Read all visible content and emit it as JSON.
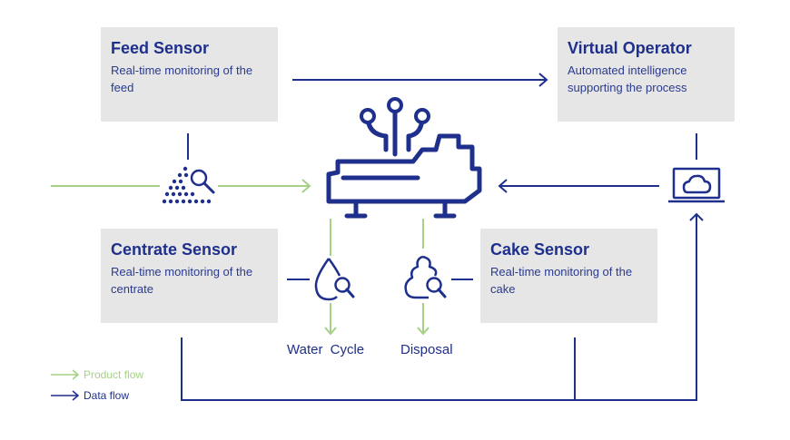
{
  "boxes": {
    "feed": {
      "title": "Feed Sensor",
      "desc": "Real-time monitoring of the feed"
    },
    "virtual": {
      "title": "Virtual Operator",
      "desc": "Automated intelligence supporting the process"
    },
    "centrate": {
      "title": "Centrate Sensor",
      "desc": "Real-time monitoring of the centrate"
    },
    "cake": {
      "title": "Cake Sensor",
      "desc": "Real-time monitoring of the cake"
    }
  },
  "outputs": {
    "water": "Water  Cycle",
    "disposal": "Disposal"
  },
  "legend": {
    "product": "Product flow",
    "data": "Data flow"
  },
  "colors": {
    "data_flow": "#1e2f8c",
    "product_flow": "#a5d186",
    "box_bg": "#e6e6e6"
  },
  "icons": [
    "particles-search-icon",
    "centrifuge-machine-icon",
    "laptop-cloud-icon",
    "droplet-search-icon",
    "cake-search-icon"
  ]
}
